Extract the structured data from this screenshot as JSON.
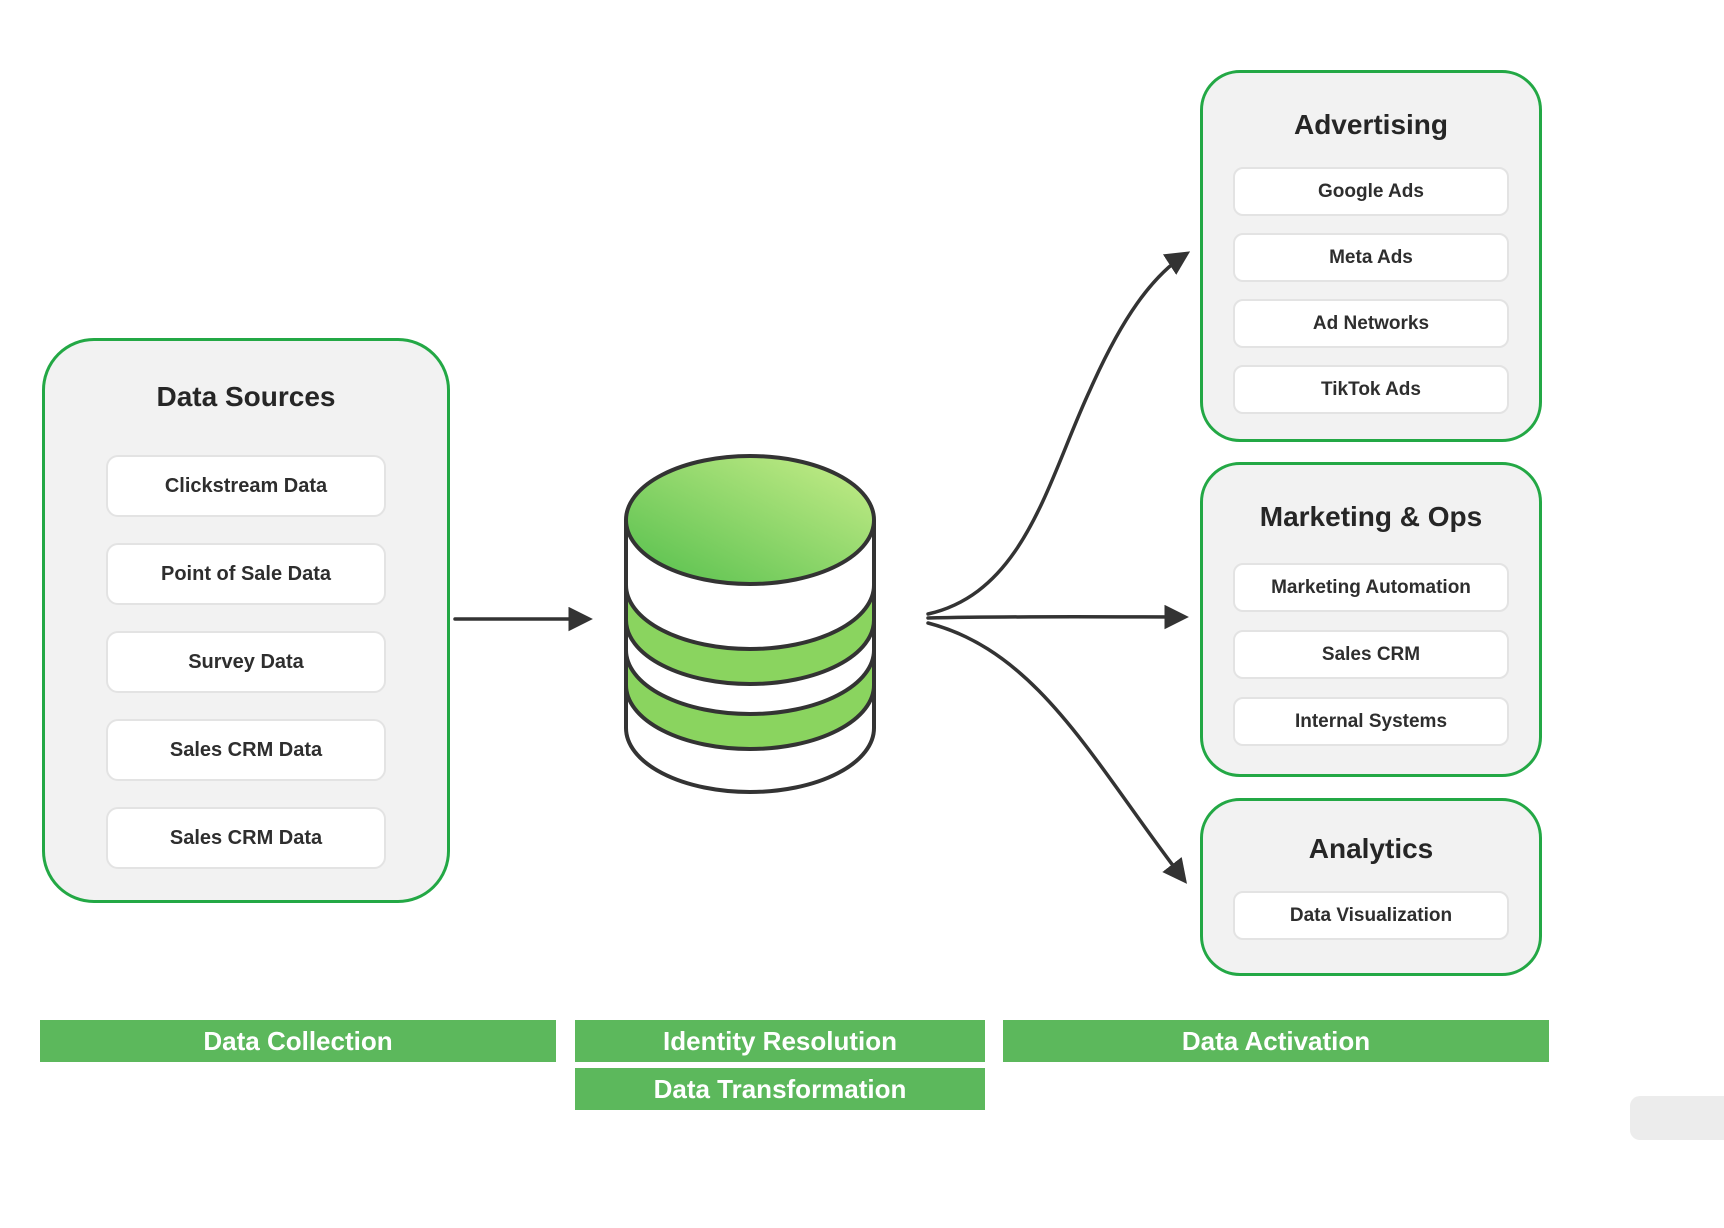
{
  "colors": {
    "box_border_green": "#23a845",
    "banner_green": "#5cb85c",
    "box_background": "#f2f2f2",
    "cylinder_band_green": "#8ad45f",
    "cylinder_gradient_start": "#54bf4c",
    "cylinder_gradient_end": "#c9ee8a",
    "arrow_color": "#333333"
  },
  "icons": {
    "database": "database-cylinder-icon"
  },
  "data_sources": {
    "title": "Data Sources",
    "items": [
      "Clickstream Data",
      "Point of Sale Data",
      "Survey Data",
      "Sales CRM Data",
      "Sales CRM Data"
    ]
  },
  "destinations": {
    "advertising": {
      "title": "Advertising",
      "items": [
        "Google Ads",
        "Meta Ads",
        "Ad Networks",
        "TikTok Ads"
      ]
    },
    "marketing_ops": {
      "title": "Marketing & Ops",
      "items": [
        "Marketing Automation",
        "Sales CRM",
        "Internal Systems"
      ]
    },
    "analytics": {
      "title": "Analytics",
      "items": [
        "Data Visualization"
      ]
    }
  },
  "stages": {
    "collection": "Data Collection",
    "identity_resolution": "Identity Resolution",
    "data_transformation": "Data Transformation",
    "activation": "Data Activation"
  }
}
